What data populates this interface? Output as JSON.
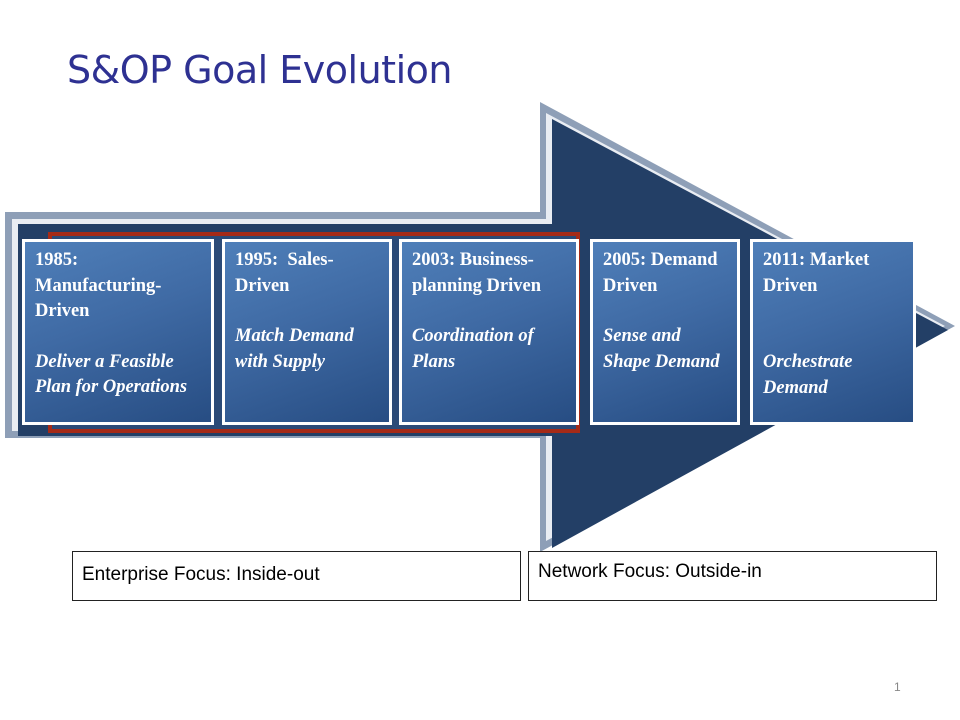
{
  "title": "S&OP Goal Evolution",
  "stages": [
    {
      "year": "1985: Manufacturing-Driven",
      "goal": "Deliver a Feasible Plan for Operations"
    },
    {
      "year": "1995:  Sales-Driven",
      "goal": "Match Demand with Supply"
    },
    {
      "year": "2003: Business-planning Driven",
      "goal": "Coordination of Plans"
    },
    {
      "year": "2005: Demand Driven",
      "goal": "Sense and Shape Demand"
    },
    {
      "year": "2011: Market Driven",
      "goal": "Orchestrate Demand"
    }
  ],
  "focus": {
    "enterprise": "Enterprise Focus:  Inside-out",
    "network": "Network Focus:  Outside-in"
  },
  "page_number": "1",
  "colors": {
    "title": "#2e3192",
    "arrow_dark": "#233f66",
    "arrow_outline": "#8e9fb7",
    "stage_fill": "#4472aa",
    "enterprise_bracket": "#a52a17"
  }
}
